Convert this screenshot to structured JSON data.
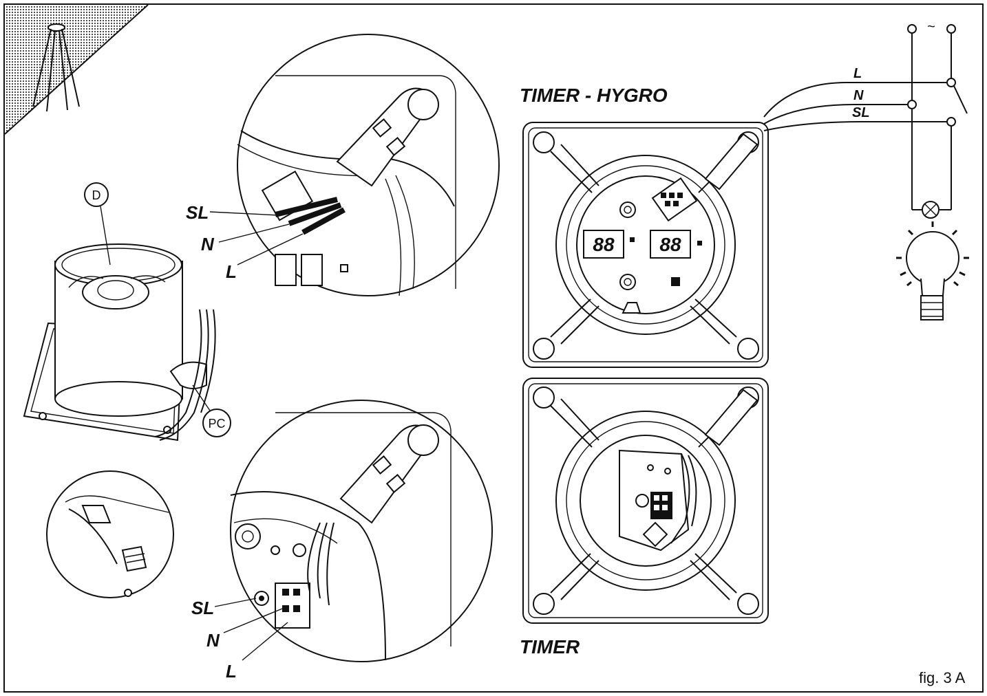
{
  "figure_label": "fig. 3 A",
  "panels": {
    "timer_hygro": {
      "title": "TIMER - HYGRO",
      "display_left": "88",
      "display_right": "88"
    },
    "timer": {
      "title": "TIMER"
    }
  },
  "callouts": {
    "duct": "D",
    "cable_clamp": "PC"
  },
  "wire_labels": {
    "upper_detail": [
      "SL",
      "N",
      "L"
    ],
    "lower_detail": [
      "SL",
      "N",
      "L"
    ],
    "circuit": [
      "L",
      "N",
      "SL"
    ]
  },
  "supply_symbol": "~"
}
